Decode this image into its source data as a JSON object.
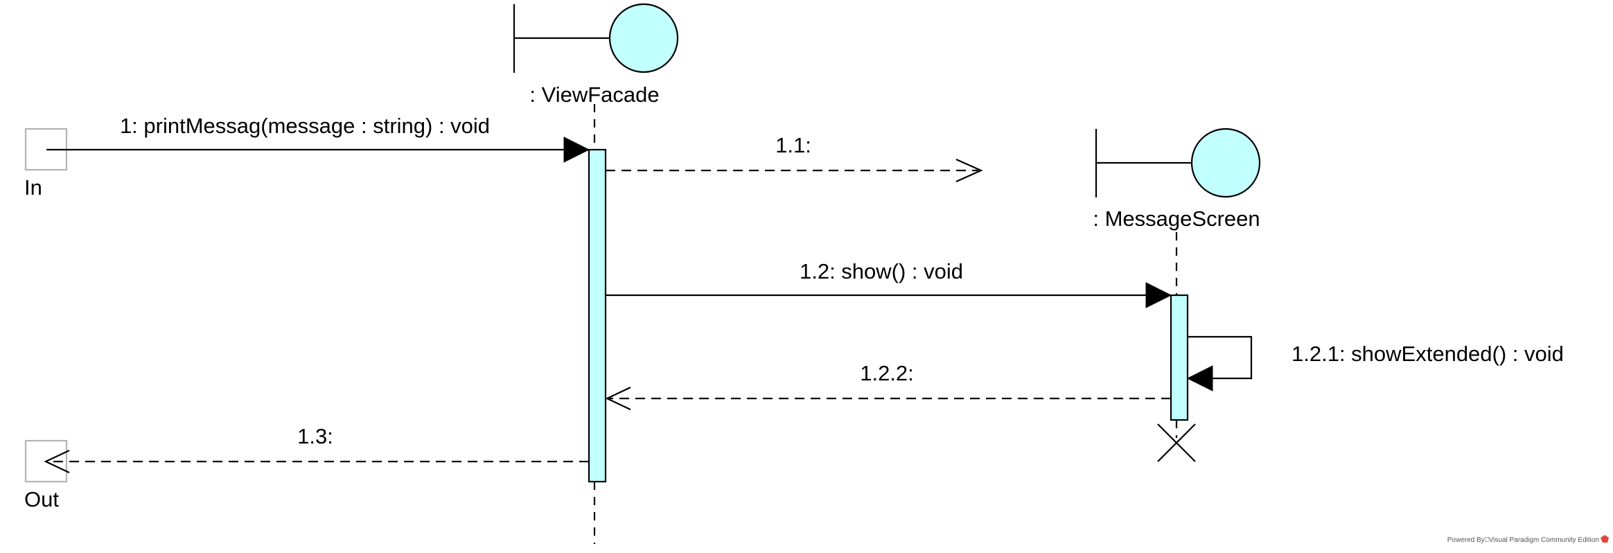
{
  "participants": {
    "view_facade": ": ViewFacade",
    "message_screen": ": MessageScreen"
  },
  "gates": {
    "in": "In",
    "out": "Out"
  },
  "messages": {
    "m1": "1: printMessag(message : string) : void",
    "m1_1": "1.1:",
    "m1_2": "1.2: show() : void",
    "m1_2_1": "1.2.1: showExtended() : void",
    "m1_2_2": "1.2.2:",
    "m1_3": "1.3:"
  },
  "watermark": "Powered By⎕Visual Paradigm Community Edition",
  "colors": {
    "boundary_fill": "#c2ffff",
    "activation_fill": "#c2ffff",
    "gate_stroke": "#b3b3b3",
    "line": "#000000"
  }
}
